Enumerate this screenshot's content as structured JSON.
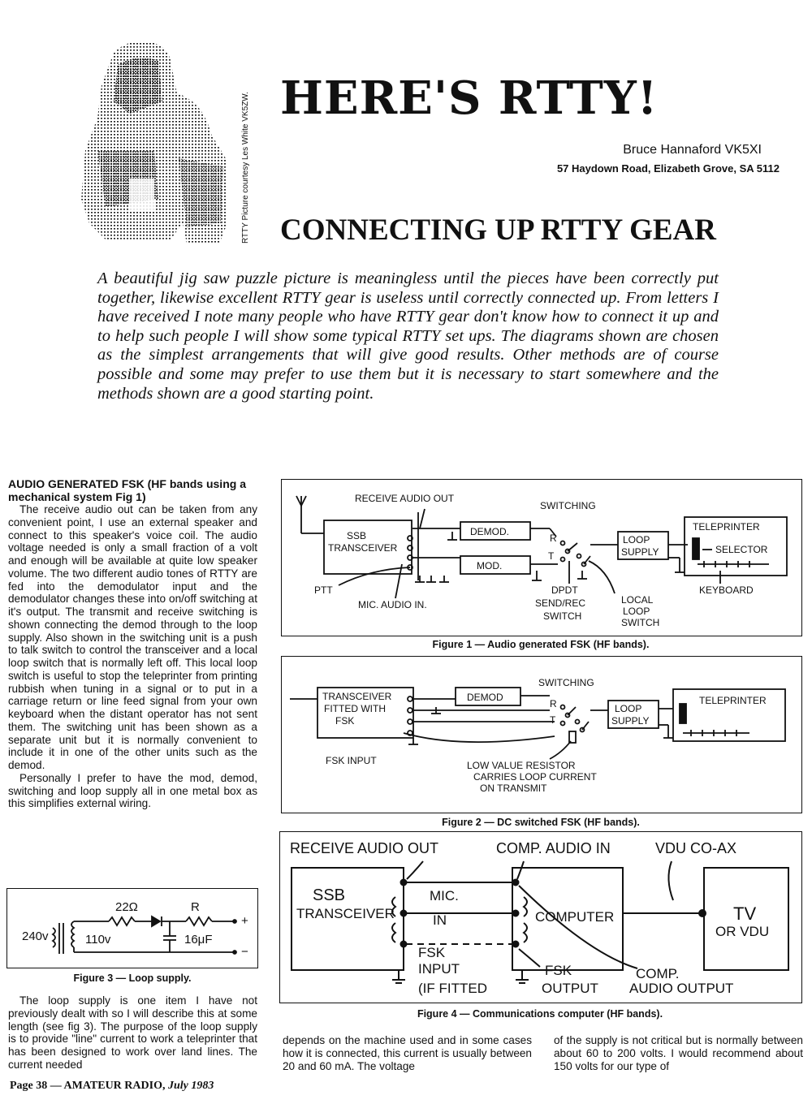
{
  "header": {
    "title": "HERE'S RTTY!",
    "author": "Bruce Hannaford VK5XI",
    "address": "57 Haydown Road, Elizabeth Grove, SA 5112",
    "picture_credit": "RTTY Picture courtesy Les White VK5ZW.",
    "subtitle": "CONNECTING UP RTTY GEAR"
  },
  "intro": "A beautiful jig saw puzzle picture is meaningless until the pieces have been correctly put together, likewise excellent RTTY gear is useless until correctly connected up. From letters I have received I note many people who have RTTY gear don't know how to connect it up and to help such people I will show some typical RTTY set ups. The diagrams shown are chosen as the simplest arrangements that will give good results. Other methods are of course possible and some may prefer to use them but it is necessary to start somewhere and the methods shown are a good starting point.",
  "column1": {
    "heading": "AUDIO GENERATED FSK (HF bands using a mechanical system Fig 1)",
    "para1": "The receive audio out can be taken from any convenient point, I use an external speaker and connect to this speaker's voice coil. The audio voltage needed is only a small fraction of a volt and enough will be available at quite low speaker volume. The two different audio tones of RTTY are fed into the demodulator input and the demodulator changes these into on/off switching at it's output. The transmit and receive switching is shown connecting the demod through to the loop supply. Also shown in the switching unit is a push to talk switch to control the transceiver and a local loop switch that is normally left off. This local loop switch is useful to stop the teleprinter from printing rubbish when tuning in a signal or to put in a carriage return or line feed signal from your own keyboard when the distant operator has not sent them. The switching unit has been shown as a separate unit but it is normally convenient to include it in one of the other units such as the demod.",
    "para2": "Personally I prefer to have the mod, demod, switching and loop supply all in one metal box as this simplifies external wiring.",
    "para3": "The loop supply is one item I have not previously dealt with so I will describe this at some length (see fig 3). The purpose of the loop supply is to provide \"line\" current to work a teleprinter that has been designed to work over land lines. The current needed"
  },
  "column2": "depends on the machine used and in some cases how it is connected, this current is usually between 20 and 60 mA. The voltage",
  "column3": "of the supply is not critical but is normally between about 60 to 200 volts. I would recommend about 150 volts for our type of",
  "figures": {
    "fig1": {
      "caption": "Figure 1 — Audio generated FSK (HF bands).",
      "receive_audio_out": "RECEIVE AUDIO OUT",
      "switching": "SWITCHING",
      "ssb": "SSB",
      "transceiver": "TRANSCEIVER",
      "demod": "DEMOD.",
      "mod": "MOD.",
      "r": "R",
      "t": "T",
      "loop": "LOOP",
      "supply": "SUPPLY",
      "teleprinter": "TELEPRINTER",
      "selector": "SELECTOR",
      "keyboard": "KEYBOARD",
      "ptt": "PTT",
      "mic_audio_in": "MIC. AUDIO IN.",
      "dpdt": "DPDT",
      "send_rec": "SEND/REC",
      "switch": "SWITCH",
      "local": "LOCAL",
      "loop2": "LOOP",
      "switch2": "SWITCH"
    },
    "fig2": {
      "caption": "Figure 2 — DC switched FSK (HF bands).",
      "transceiver": "TRANSCEIVER",
      "fitted_with": "FITTED WITH",
      "fsk": "FSK",
      "demod": "DEMOD",
      "switching": "SWITCHING",
      "r": "R",
      "t": "T",
      "loop": "LOOP",
      "supply": "SUPPLY",
      "teleprinter": "TELEPRINTER",
      "fsk_input": "FSK INPUT",
      "resistor1": "LOW VALUE RESISTOR",
      "resistor2": "CARRIES LOOP CURRENT",
      "resistor3": "ON TRANSMIT"
    },
    "fig3": {
      "caption": "Figure 3 — Loop supply.",
      "v240": "240v",
      "r22": "22Ω",
      "r": "R",
      "v110": "110v",
      "cap": "16μF",
      "plus": "+",
      "minus": "−"
    },
    "fig4": {
      "caption": "Figure 4 — Communications computer (HF bands).",
      "receive_audio_out": "RECEIVE AUDIO OUT",
      "comp_audio_in": "COMP. AUDIO IN",
      "vdu_coax": "VDU CO-AX",
      "ssb": "SSB",
      "transceiver": "TRANSCEIVER",
      "mic": "MIC.",
      "in": "IN",
      "computer": "COMPUTER",
      "tv": "TV",
      "or_vdu": "OR VDU",
      "fsk_input1": "FSK",
      "fsk_input2": "INPUT",
      "fsk_input3": "(IF FITTED",
      "fsk_output1": "FSK",
      "fsk_output2": "OUTPUT",
      "comp_audio_output1": "COMP.",
      "comp_audio_output2": "AUDIO OUTPUT"
    }
  },
  "footer": {
    "page": "Page 38 — AMATEUR RADIO,",
    "date": "July 1983"
  }
}
